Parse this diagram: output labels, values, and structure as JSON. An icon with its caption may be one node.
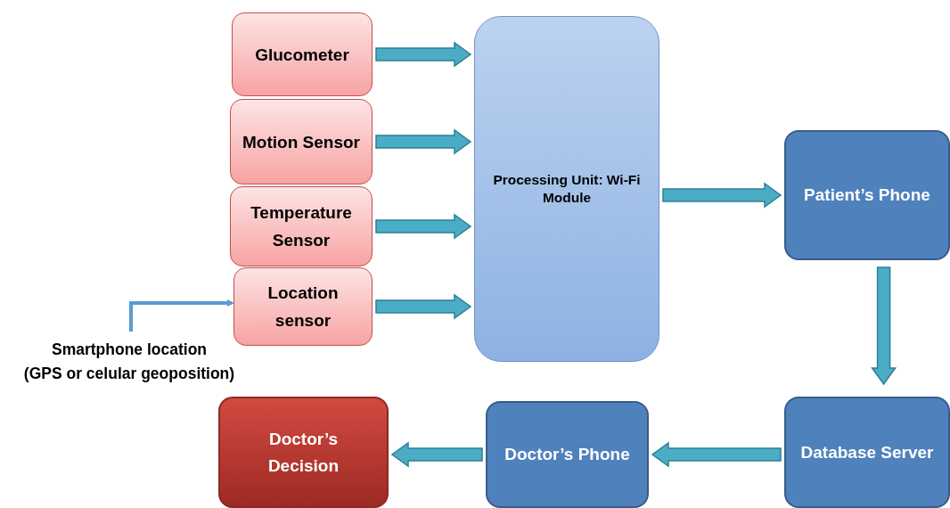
{
  "diagram": {
    "nodes": [
      {
        "text": [
          "Glucometer"
        ]
      },
      {
        "text": [
          "Motion Sensor"
        ]
      },
      {
        "text": [
          "Temperature Sensor"
        ]
      },
      {
        "text": [
          "Location sensor"
        ]
      },
      {
        "text": [
          "Processing Unit: Wi-Fi Module"
        ]
      },
      {
        "text": [
          "Patient’s Phone"
        ]
      },
      {
        "text": [
          "Database Server"
        ]
      },
      {
        "text": [
          "Doctor’s Phone"
        ]
      },
      {
        "text": [
          "Doctor’s Decision"
        ]
      },
      {
        "text": [
          "Smartphone location",
          "(GPS or celular geoposition)"
        ]
      }
    ],
    "edges": [
      {
        "from": 0,
        "to": 4,
        "arrow": "to",
        "style": "thick"
      },
      {
        "from": 1,
        "to": 4,
        "arrow": "to",
        "style": "thick"
      },
      {
        "from": 2,
        "to": 4,
        "arrow": "to",
        "style": "thick"
      },
      {
        "from": 3,
        "to": 4,
        "arrow": "to",
        "style": "thick"
      },
      {
        "from": 4,
        "to": 5,
        "arrow": "to",
        "style": "thick"
      },
      {
        "from": 5,
        "to": 6,
        "arrow": "to",
        "style": "thick"
      },
      {
        "from": 6,
        "to": 7,
        "arrow": "to",
        "style": "thick"
      },
      {
        "from": 7,
        "to": 8,
        "arrow": "to",
        "style": "thick"
      },
      {
        "from": 9,
        "to": 3,
        "arrow": "to"
      }
    ]
  }
}
